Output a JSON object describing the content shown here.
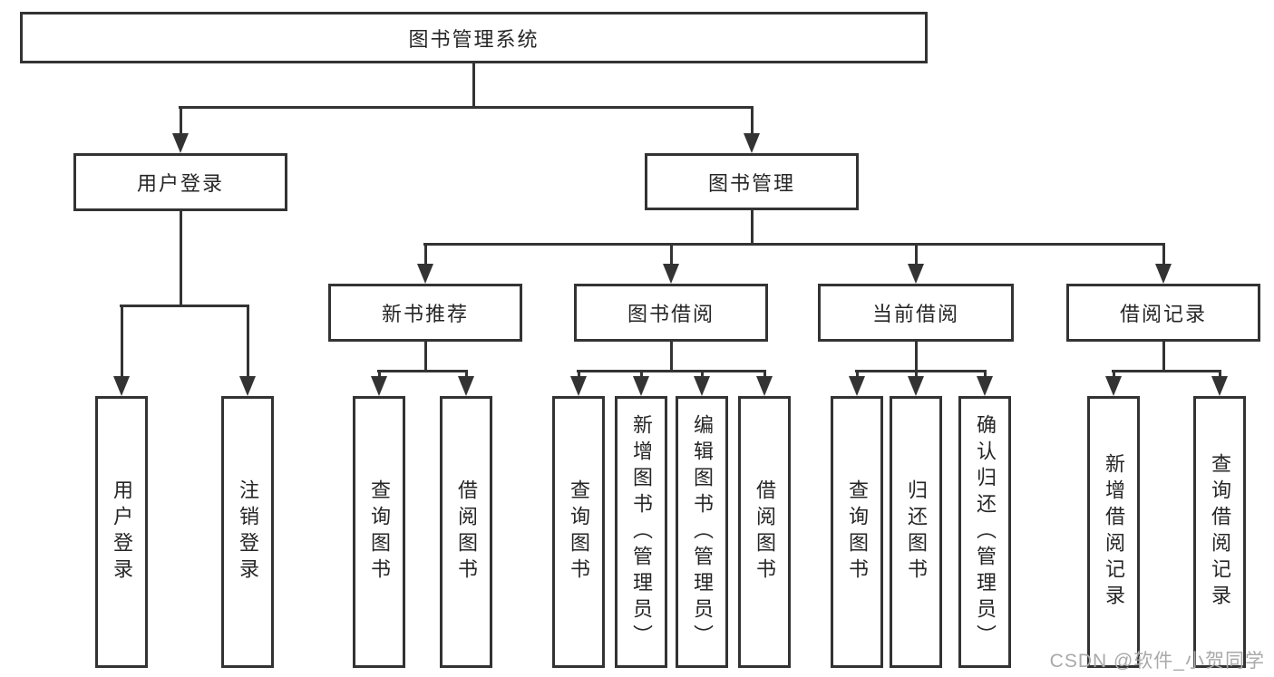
{
  "colors": {
    "line": "#333333",
    "text": "#262626",
    "watermark": "#a9a9a9",
    "background": "#ffffff"
  },
  "root": {
    "label": "图书管理系统"
  },
  "level2": [
    {
      "label": "用户登录"
    },
    {
      "label": "图书管理"
    }
  ],
  "level3": [
    {
      "label": "新书推荐"
    },
    {
      "label": "图书借阅"
    },
    {
      "label": "当前借阅"
    },
    {
      "label": "借阅记录"
    }
  ],
  "leaves": {
    "user_login": [
      {
        "label": "用户登录"
      },
      {
        "label": "注销登录"
      }
    ],
    "new_books": [
      {
        "label": "查询图书"
      },
      {
        "label": "借阅图书"
      }
    ],
    "book_borrow": [
      {
        "label": "查询图书"
      },
      {
        "label": "新增图书（管理员）"
      },
      {
        "label": "编辑图书（管理员）"
      },
      {
        "label": "借阅图书"
      }
    ],
    "current_borrow": [
      {
        "label": "查询图书"
      },
      {
        "label": "归还图书"
      },
      {
        "label": "确认归还（管理员）"
      }
    ],
    "borrow_records": [
      {
        "label": "新增借阅记录"
      },
      {
        "label": "查询借阅记录"
      }
    ]
  },
  "watermark": {
    "text": "CSDN @软件_小贺同学"
  }
}
